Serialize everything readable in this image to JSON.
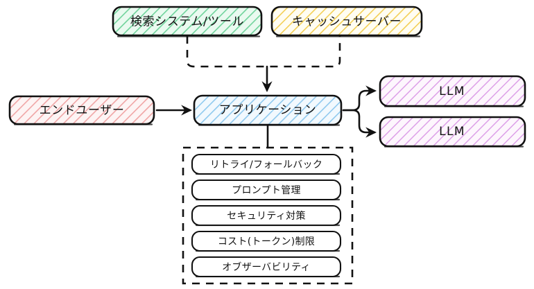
{
  "diagram": {
    "background": "#ffffff",
    "stroke_color": "#111111",
    "nodes": {
      "search_tools": {
        "label": "検索システム/ツール",
        "fill": "#eafaf0",
        "hatch": "#6fd39b",
        "shape": "rounded-rect",
        "style": "solid"
      },
      "cache_server": {
        "label": "キャッシュサーバー",
        "fill": "#fffbe8",
        "hatch": "#f3cf55",
        "shape": "rounded-rect",
        "style": "solid"
      },
      "end_user": {
        "label": "エンドユーザー",
        "fill": "#fdeeee",
        "hatch": "#f0a5a5",
        "shape": "rounded-rect",
        "style": "solid"
      },
      "application": {
        "label": "アプリケーション",
        "fill": "#eaf5fd",
        "hatch": "#8fc9ee",
        "shape": "rounded-rect",
        "style": "solid"
      },
      "llm_top": {
        "label": "LLM",
        "fill": "#fdeffb",
        "hatch": "#dda0e8",
        "shape": "rounded-rect",
        "style": "solid"
      },
      "llm_bottom": {
        "label": "LLM",
        "fill": "#fdeffb",
        "hatch": "#dda0e8",
        "shape": "rounded-rect",
        "style": "solid"
      }
    },
    "concerns_group": {
      "style": "dashed-container",
      "items": [
        {
          "label": "リトライ/フォールバック"
        },
        {
          "label": "プロンプト管理"
        },
        {
          "label": "セキュリティ対策"
        },
        {
          "label": "コスト(トークン)制限"
        },
        {
          "label": "オブザーバビリティ"
        }
      ]
    },
    "connectors": [
      {
        "name": "end-user-to-application",
        "style": "solid-arrow"
      },
      {
        "name": "search-tools-and-cache-to-application",
        "style": "dashed-bracket-arrow"
      },
      {
        "name": "application-to-concerns",
        "style": "solid-line"
      },
      {
        "name": "application-to-llm-top",
        "style": "solid-brace-arrow"
      },
      {
        "name": "application-to-llm-bottom",
        "style": "solid-brace-arrow"
      }
    ]
  }
}
